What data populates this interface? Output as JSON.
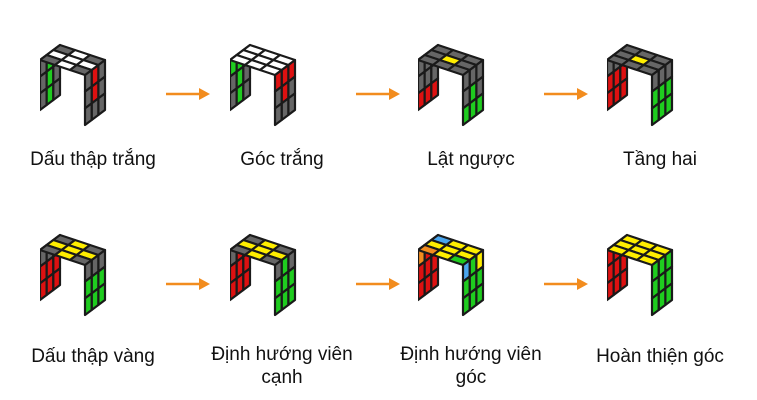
{
  "colors": {
    "W": "#ffffff",
    "G": "#1fcc1f",
    "R": "#dd1111",
    "Y": "#ffee00",
    "B": "#4aa6ee",
    "O": "#f28c1e",
    "X": "#666666",
    "outline": "#1a1a1a",
    "arrow": "#f28c1e"
  },
  "steps": [
    {
      "label": "Dấu thập trắng",
      "faces": {
        "top": "XWXWWWXWX",
        "left": "XGXXGXXGX",
        "right": "XRXXRXXXX"
      }
    },
    {
      "label": "Góc trắng",
      "faces": {
        "top": "WWWWWWWWW",
        "left": "GGGXGXXGX",
        "right": "RRRXRXXXX"
      }
    },
    {
      "label": "Lật ngược",
      "faces": {
        "top": "XXXXYXXXX",
        "left": "XXXXXXRRR",
        "right": "XXXXGXGGG"
      }
    },
    {
      "label": "Tầng hai",
      "faces": {
        "top": "XXXXYXXXX",
        "left": "XXXRRRRRR",
        "right": "XXXGGGGGG"
      }
    },
    {
      "label": "Dấu thập vàng",
      "faces": {
        "top": "XYXYYYXYX",
        "left": "XXXRRRRRR",
        "right": "XXXGGGGGG"
      }
    },
    {
      "label": "Định hướng viên\ncạnh",
      "faces": {
        "top": "XYXYYYXYX",
        "left": "XRXRRRRRR",
        "right": "XGXGGGGGG"
      }
    },
    {
      "label": "Định hướng viên\ngóc",
      "faces": {
        "top": "BYYYYYOYG",
        "left": "ORYRRRRRR",
        "right": "YGBGGGGGG"
      }
    },
    {
      "label": "Hoàn thiện góc",
      "faces": {
        "top": "YYYYYYYYY",
        "left": "RRRRRRRRR",
        "right": "GGGGGGGGG"
      }
    }
  ]
}
